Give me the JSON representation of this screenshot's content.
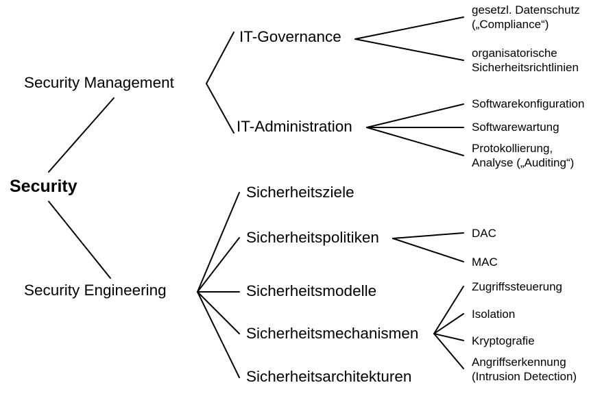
{
  "diagram": {
    "title": "Security",
    "type": "tree-taxonomy",
    "language": "de",
    "background_color": "#ffffff",
    "line_color": "#000000",
    "text_color": "#000000",
    "root": {
      "label": "Security"
    },
    "branches": [
      {
        "label": "Security Management",
        "children": [
          {
            "label": "IT-Governance",
            "children": [
              {
                "label": "gesetzl. Datenschutz\n(„Compliance“)"
              },
              {
                "label": "organisatorische\nSicherheitsrichtlinien"
              }
            ]
          },
          {
            "label": "IT-Administration",
            "children": [
              {
                "label": "Softwarekonfiguration"
              },
              {
                "label": "Softwarewartung"
              },
              {
                "label": "Protokollierung,\nAnalyse („Auditing“)"
              }
            ]
          }
        ]
      },
      {
        "label": "Security Engineering",
        "children": [
          {
            "label": "Sicherheitsziele",
            "children": []
          },
          {
            "label": "Sicherheitspolitiken",
            "children": [
              {
                "label": "DAC"
              },
              {
                "label": "MAC"
              }
            ]
          },
          {
            "label": "Sicherheitsmodelle",
            "children": []
          },
          {
            "label": "Sicherheitsmechanismen",
            "children": [
              {
                "label": "Zugriffssteuerung"
              },
              {
                "label": "Isolation"
              },
              {
                "label": "Kryptografie"
              },
              {
                "label": "Angriffserkennung\n(Intrusion Detection)"
              }
            ]
          },
          {
            "label": "Sicherheitsarchitekturen",
            "children": []
          }
        ]
      }
    ],
    "nodes": {
      "security": "Security",
      "security_management": "Security Management",
      "security_engineering": "Security Engineering",
      "it_governance": "IT-Governance",
      "it_administration": "IT-Administration",
      "compliance": "gesetzl. Datenschutz\n(„Compliance“)",
      "org_guidelines": "organisatorische\nSicherheitsrichtlinien",
      "sw_config": "Softwarekonfiguration",
      "sw_maintenance": "Softwarewartung",
      "auditing": "Protokollierung,\nAnalyse („Auditing“)",
      "sec_goals": "Sicherheitsziele",
      "sec_policies": "Sicherheitspolitiken",
      "sec_models": "Sicherheitsmodelle",
      "sec_mechanisms": "Sicherheitsmechanismen",
      "sec_architectures": "Sicherheitsarchitekturen",
      "dac": "DAC",
      "mac": "MAC",
      "access_control": "Zugriffssteuerung",
      "isolation": "Isolation",
      "cryptography": "Kryptografie",
      "intrusion_detection": "Angriffserkennung\n(Intrusion Detection)"
    }
  }
}
